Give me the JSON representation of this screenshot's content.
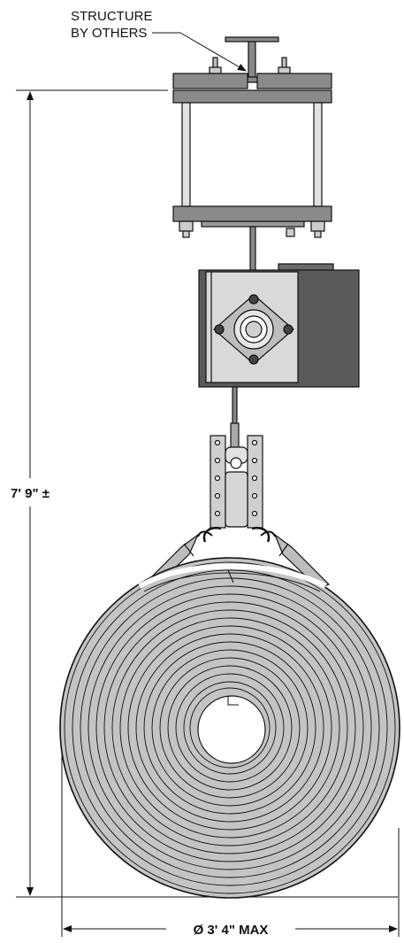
{
  "labels": {
    "structure_line1": "STRUCTURE",
    "structure_line2": "BY OTHERS",
    "height_dimension": "7' 9\" ±",
    "diameter_dimension": "Ø 3' 4\" MAX"
  },
  "colors": {
    "outline": "#111111",
    "plate_gray": "#8a8a8a",
    "motor_dark": "#5a5a5a",
    "face_light": "#d9d9d9",
    "hose_gray": "#c4c4c4"
  }
}
